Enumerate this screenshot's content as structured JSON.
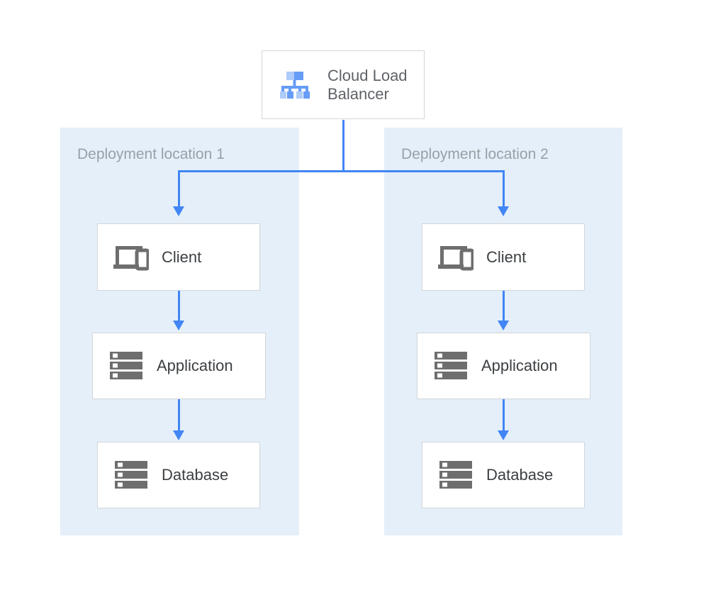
{
  "diagram": {
    "title_node": {
      "label": "Cloud Load\nBalancer",
      "icon": "load-balancer-icon"
    },
    "zones": [
      {
        "label": "Deployment location 1",
        "nodes": [
          {
            "label": "Client",
            "icon": "client-devices-icon"
          },
          {
            "label": "Application",
            "icon": "server-stack-icon"
          },
          {
            "label": "Database",
            "icon": "server-stack-icon"
          }
        ]
      },
      {
        "label": "Deployment location 2",
        "nodes": [
          {
            "label": "Client",
            "icon": "client-devices-icon"
          },
          {
            "label": "Application",
            "icon": "server-stack-icon"
          },
          {
            "label": "Database",
            "icon": "server-stack-icon"
          }
        ]
      }
    ],
    "colors": {
      "zone_background": "#e4eff9",
      "connector": "#4285f4",
      "icon_blue_dark": "#669df6",
      "icon_blue_light": "#aecbfa",
      "icon_gray": "#6e6e6e",
      "box_border": "#d3d6da",
      "label_gray": "#9aa0a6",
      "text_dark": "#3c4043"
    }
  }
}
